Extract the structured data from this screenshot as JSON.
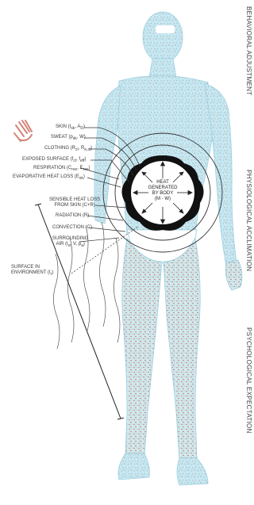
{
  "side_labels": {
    "behavioral": "BEHAVIORAL ADJUSTMENT",
    "physiological": "PHYSIOLOGICAL ACCLIMATION",
    "psychological": "PSYCHOLOGICAL EXPECTATION"
  },
  "labels": {
    "skin": "SKIN (t",
    "sweat": "SWEAT (p",
    "clothing": "CLOTHING (R",
    "exposed_surface": "EXPOSED SURFACE (f",
    "respiration": "RESPIRATION (C",
    "evaporative": "EVAPORATIVE HEAT LOSS (E",
    "sensible_line1": "SENSIBLE HEAT LOSS",
    "sensible_line2": "FROM SKIN (C+R)",
    "radiation": "RADIATION (R)",
    "convection": "CONVECTION (C)",
    "surrounding_line1": "SURROUNDING",
    "surrounding_line2": "AIR (t",
    "surface_line1": "SURFACE IN",
    "surface_line2": "ENVIRONMENT (t"
  },
  "center_text": "HEAT\nGENERATED\nBY BODY\n(M - W)",
  "colors": {
    "body_fill": "#bfe4ef",
    "body_outline": "#9ccfe0",
    "red_speckle": "#c2584a",
    "core_black": "#111111",
    "line": "#333333"
  }
}
